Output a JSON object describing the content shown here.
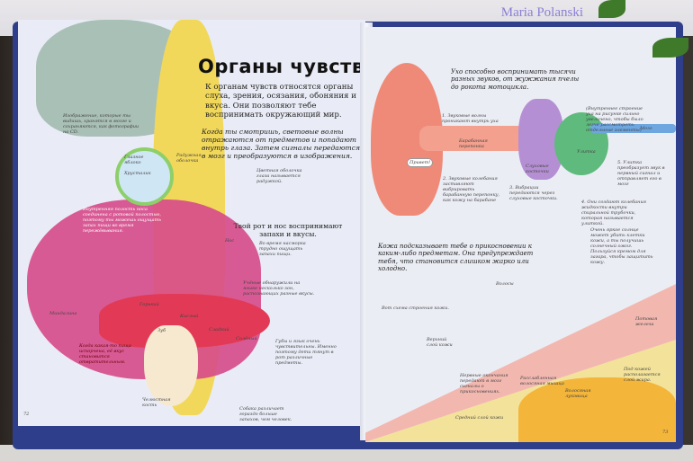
{
  "watermark": "Maria Polanski",
  "left_page": {
    "title": "Органы чувств",
    "intro": "К органам чувств относятся органы слуха, зрения, осязания, обоняния и вкуса. Они позволяют тебе воспринимать окружающий мир.",
    "vision_text": "Когда ты смотришь, световые волны отражаются от предметов и попадают внутрь глаза. Затем сигналы передаются в мозг и преобразуются в изображения.",
    "iris_caption": "Цветная оболочка глаза называется радужкой.",
    "mouth_nose_text": "Твой рот и нос воспринимают запахи и вкусы.",
    "brain_label": "Изображение, которые ты видишь, хранятся в мозге и сохраняются, как фотографии на CD.",
    "eyeball": "Глазное яблоко",
    "iris": "Радужная оболочка",
    "lens": "Хрусталик",
    "nasal_cavity": "Внутренняя полость носа соединена с ротовой полостью, поэтому ты можешь ощущать запах пищи во время пережёвывания.",
    "nose": "Нос",
    "cold_text": "Во время насморка трудно ощущать запахи пищи.",
    "tongue_zones": "Учёные обнаружили на языке несколько зон, распознающих разные вкусы.",
    "tonsil": "Миндалина",
    "bitter": "Горький",
    "sour": "Кислый",
    "sweet": "Сладкий",
    "salty": "Солёный",
    "tooth": "Зуб",
    "spoiled_food": "Когда какая-то пища испорчена, её вкус становится отвратительным.",
    "jaw_bone": "Челюстная кость",
    "lips_text": "Губы и язык очень чувствительны. Именно поэтому дети тянут в рот различные предметы.",
    "dog_text": "Собака различает гораздо больше запахов, чем человек.",
    "page_number": "72"
  },
  "right_page": {
    "ear_intro": "Ухо способно воспринимать тысячи разных звуков, от жужжания пчелы до рокота мотоцикла.",
    "step1": "1. Звуковые волны проникают внутрь уха",
    "eardrum": "Барабанная перепонка",
    "hello": "Привет!",
    "step2": "2. Звуковые колебания заставляют вибрировать барабанную перепонку, как кожу на барабане",
    "step3": "3. Вибрации передаются через слуховые косточки.",
    "ossicles": "Слуховые косточки",
    "inner_note": "(Внутреннее строение уха на рисунке сильно увеличено, чтобы было легче рассмотреть отдельные элементы)",
    "brain": "Мозг",
    "cochlea": "Улитка",
    "step5": "5. Улитка преобразует звук в нервный сигнал и отправляет его в мозг",
    "step4": "4. Они создают колебания жидкости внутри спиральной трубочки, которая называется улиткой.",
    "sun_text": "Очень яркое солнце может убить клетки кожи, а ты получишь солнечный ожог. Пользуйся кремом для загара, чтобы защитить кожу.",
    "skin_intro": "Кожа подсказывает тебе о прикосновении к каким-либо предметам. Она предупреждает тебя, что становится слишком жарко или холодно.",
    "hair": "Волосы",
    "skin_scheme": "Вот схема строения кожи.",
    "top_layer": "Верхний слой кожи",
    "sweat_gland": "Потовая железа",
    "nerve_endings": "Нервные окончания передают в мозг сигналы о прикосновениях.",
    "relaxed_muscle": "Расслабленная волосяная мышца",
    "hair_bulb": "Волосяная луковица",
    "fat_layer": "Под кожей располагается слой жира.",
    "middle_layer": "Средний слой кожи",
    "page_number": "73"
  }
}
